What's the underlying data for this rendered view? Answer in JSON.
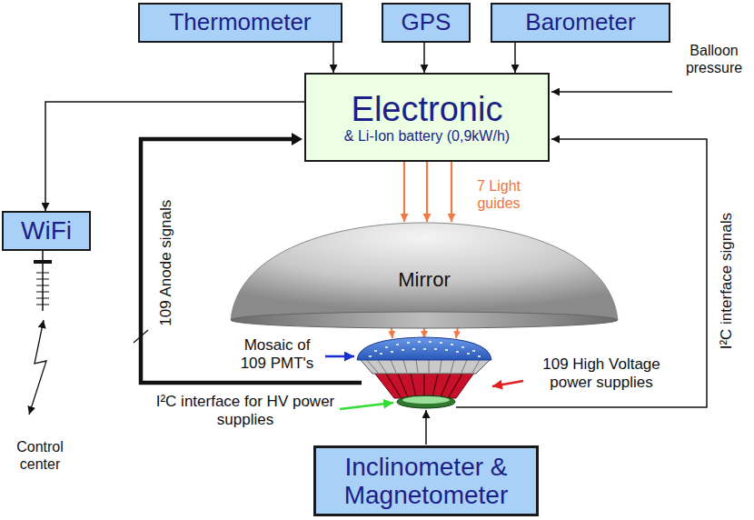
{
  "diagram": {
    "nodes": [
      {
        "text": [
          "Thermometer"
        ]
      },
      {
        "text": [
          "GPS"
        ]
      },
      {
        "text": [
          "Barometer"
        ]
      },
      {
        "text": [
          "Electronic",
          "& Li-Ion battery (0,9kW/h)"
        ]
      },
      {
        "text": [
          "WiFi"
        ]
      },
      {
        "text": [
          "Mirror"
        ]
      },
      {
        "text": [
          "Inclinometer & Magnetometer"
        ]
      }
    ],
    "edges": [
      {
        "from": 0,
        "to": 3,
        "arrow": "to"
      },
      {
        "from": 1,
        "to": 3,
        "arrow": "to"
      },
      {
        "from": 2,
        "to": 3,
        "arrow": "to"
      },
      {
        "from": 3,
        "to": 4,
        "arrow": "to"
      },
      {
        "from": 3,
        "to": 5,
        "arrow": "to"
      },
      {
        "from": 3,
        "to": 5,
        "arrow": "to"
      },
      {
        "from": 3,
        "to": 5,
        "arrow": "to"
      }
    ],
    "labels": [
      "Balloon pressure",
      "7 Light guides",
      "109 Anode signals",
      "I²C interface signals",
      "Mosaic of 109 PMT's",
      "109 High Voltage power supplies",
      "I²C interface for HV power supplies",
      "Control center"
    ]
  }
}
